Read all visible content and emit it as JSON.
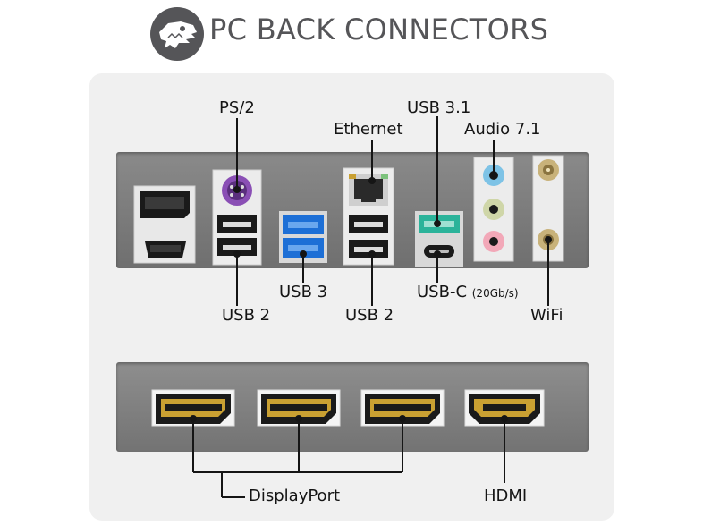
{
  "header": {
    "title": "PC BACK CONNECTORS",
    "logo_icon": "dinosaur-skull-logo"
  },
  "top_panel": {
    "labels": {
      "ps2": "PS/2",
      "ethernet": "Ethernet",
      "usb31": "USB 3.1",
      "audio": "Audio 7.1",
      "usb2_left": "USB 2",
      "usb3": "USB 3",
      "usb2_right": "USB 2",
      "usbc": "USB-C",
      "usbc_speed": "(20Gb/s)",
      "wifi": "WiFi"
    }
  },
  "bottom_panel": {
    "labels": {
      "displayport": "DisplayPort",
      "hdmi": "HDMI"
    }
  },
  "colors": {
    "card_bg": "#f0f0f0",
    "panel_dark": "#7a7a7a",
    "usb3_blue": "#1d6fd6",
    "usb31_teal": "#2bb39a",
    "ps2_purple": "#8a4fb5",
    "audio_blue": "#7ec3e6",
    "audio_green": "#cfd6a8",
    "audio_pink": "#f2a8b8"
  }
}
